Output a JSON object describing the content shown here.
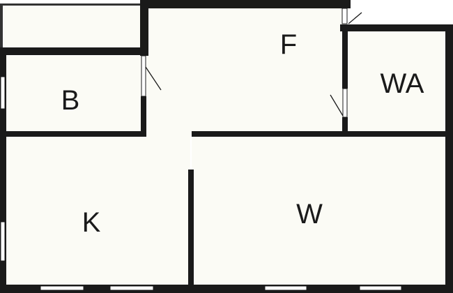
{
  "colors": {
    "wall": "#1a1a1a",
    "floor": "#fbfbf5",
    "background": "#ffffff"
  },
  "rooms": {
    "bedroom": "B",
    "hallway": "F",
    "bathroom": "WA",
    "kitchen": "K",
    "living": "W"
  }
}
